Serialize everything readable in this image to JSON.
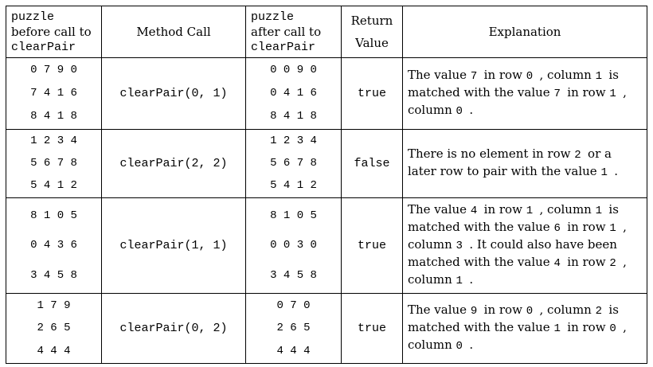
{
  "headers": {
    "before": [
      "puzzle",
      "before call to",
      "clearPair"
    ],
    "method": "Method Call",
    "after": [
      "puzzle",
      "after call to",
      "clearPair"
    ],
    "return": [
      "Return",
      "Value"
    ],
    "explanation": "Explanation"
  },
  "rows": [
    {
      "before": [
        "0 7 9 0",
        "7 4 1 6",
        "8 4 1 8"
      ],
      "call": "clearPair(0, 1)",
      "after": [
        "0 0 9 0",
        "0 4 1 6",
        "8 4 1 8"
      ],
      "ret": "true",
      "expl": [
        {
          "t": "The value ",
          "m": false
        },
        {
          "t": "7",
          "m": true
        },
        {
          "t": " in row ",
          "m": false
        },
        {
          "t": "0",
          "m": true
        },
        {
          "t": ", column ",
          "m": false
        },
        {
          "t": "1",
          "m": true
        },
        {
          "t": " is matched with the value ",
          "m": false
        },
        {
          "t": "7",
          "m": true
        },
        {
          "t": " in row ",
          "m": false
        },
        {
          "t": "1",
          "m": true
        },
        {
          "t": ", column ",
          "m": false
        },
        {
          "t": "0",
          "m": true
        },
        {
          "t": ".",
          "m": false
        }
      ]
    },
    {
      "before": [
        "1 2 3 4",
        "5 6 7 8",
        "5 4 1 2"
      ],
      "call": "clearPair(2, 2)",
      "after": [
        "1 2 3 4",
        "5 6 7 8",
        "5 4 1 2"
      ],
      "ret": "false",
      "expl": [
        {
          "t": "There is no element in row ",
          "m": false
        },
        {
          "t": "2",
          "m": true
        },
        {
          "t": " or a later row to pair with the value ",
          "m": false
        },
        {
          "t": "1",
          "m": true
        },
        {
          "t": ".",
          "m": false
        }
      ]
    },
    {
      "before": [
        "8 1 0 5",
        "0 4 3 6",
        "3 4 5 8"
      ],
      "call": "clearPair(1, 1)",
      "after": [
        "8 1 0 5",
        "0 0 3 0",
        "3 4 5 8"
      ],
      "ret": "true",
      "expl": [
        {
          "t": "The value ",
          "m": false
        },
        {
          "t": "4",
          "m": true
        },
        {
          "t": " in row ",
          "m": false
        },
        {
          "t": "1",
          "m": true
        },
        {
          "t": ", column ",
          "m": false
        },
        {
          "t": "1",
          "m": true
        },
        {
          "t": " is matched with the value ",
          "m": false
        },
        {
          "t": "6",
          "m": true
        },
        {
          "t": " in row ",
          "m": false
        },
        {
          "t": "1",
          "m": true
        },
        {
          "t": ", column ",
          "m": false
        },
        {
          "t": "3",
          "m": true
        },
        {
          "t": ". It could also have been matched with the value ",
          "m": false
        },
        {
          "t": "4",
          "m": true
        },
        {
          "t": " in row ",
          "m": false
        },
        {
          "t": "2",
          "m": true
        },
        {
          "t": ", column ",
          "m": false
        },
        {
          "t": "1",
          "m": true
        },
        {
          "t": ".",
          "m": false
        }
      ]
    },
    {
      "before": [
        "1 7 9",
        "2 6 5",
        "4 4 4"
      ],
      "call": "clearPair(0, 2)",
      "after": [
        "0 7 0",
        "2 6 5",
        "4 4 4"
      ],
      "ret": "true",
      "expl": [
        {
          "t": "The value ",
          "m": false
        },
        {
          "t": "9",
          "m": true
        },
        {
          "t": " in row ",
          "m": false
        },
        {
          "t": "0",
          "m": true
        },
        {
          "t": ", column ",
          "m": false
        },
        {
          "t": "2",
          "m": true
        },
        {
          "t": " is matched with the value ",
          "m": false
        },
        {
          "t": "1",
          "m": true
        },
        {
          "t": " in row ",
          "m": false
        },
        {
          "t": "0",
          "m": true
        },
        {
          "t": ", column ",
          "m": false
        },
        {
          "t": "0",
          "m": true
        },
        {
          "t": ".",
          "m": false
        }
      ]
    }
  ]
}
